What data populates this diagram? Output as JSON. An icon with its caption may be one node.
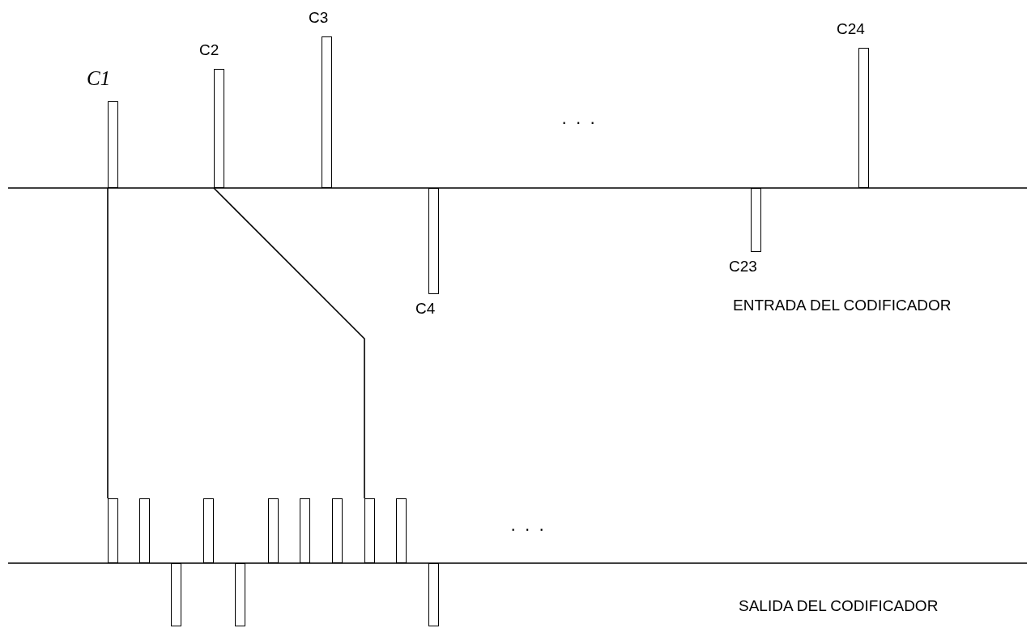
{
  "diagram": {
    "nodes": [
      {
        "text": [
          "C1"
        ]
      },
      {
        "text": [
          "C2"
        ]
      },
      {
        "text": [
          "C3"
        ]
      },
      {
        "text": [
          "C4"
        ]
      },
      {
        "text": [
          "C23"
        ]
      },
      {
        "text": [
          "C24"
        ]
      },
      {
        "text": [],
        "shape": "bar"
      },
      {
        "text": [],
        "shape": "bar"
      },
      {
        "text": [],
        "shape": "bar"
      },
      {
        "text": [],
        "shape": "bar"
      },
      {
        "text": [],
        "shape": "bar"
      },
      {
        "text": [],
        "shape": "bar"
      },
      {
        "text": [],
        "shape": "bar"
      },
      {
        "text": [],
        "shape": "bar"
      },
      {
        "text": [],
        "shape": "bar"
      },
      {
        "text": [],
        "shape": "bar"
      },
      {
        "text": [],
        "shape": "bar"
      }
    ],
    "edges": [
      {
        "from": 0,
        "to": 6,
        "arrow": "none"
      },
      {
        "from": 1,
        "to": 14,
        "arrow": "none"
      }
    ],
    "labels": [
      "· · ·",
      "ENTRADA DEL CODIFICADOR",
      "· · ·",
      "SALIDA DEL CODIFICADOR"
    ]
  }
}
